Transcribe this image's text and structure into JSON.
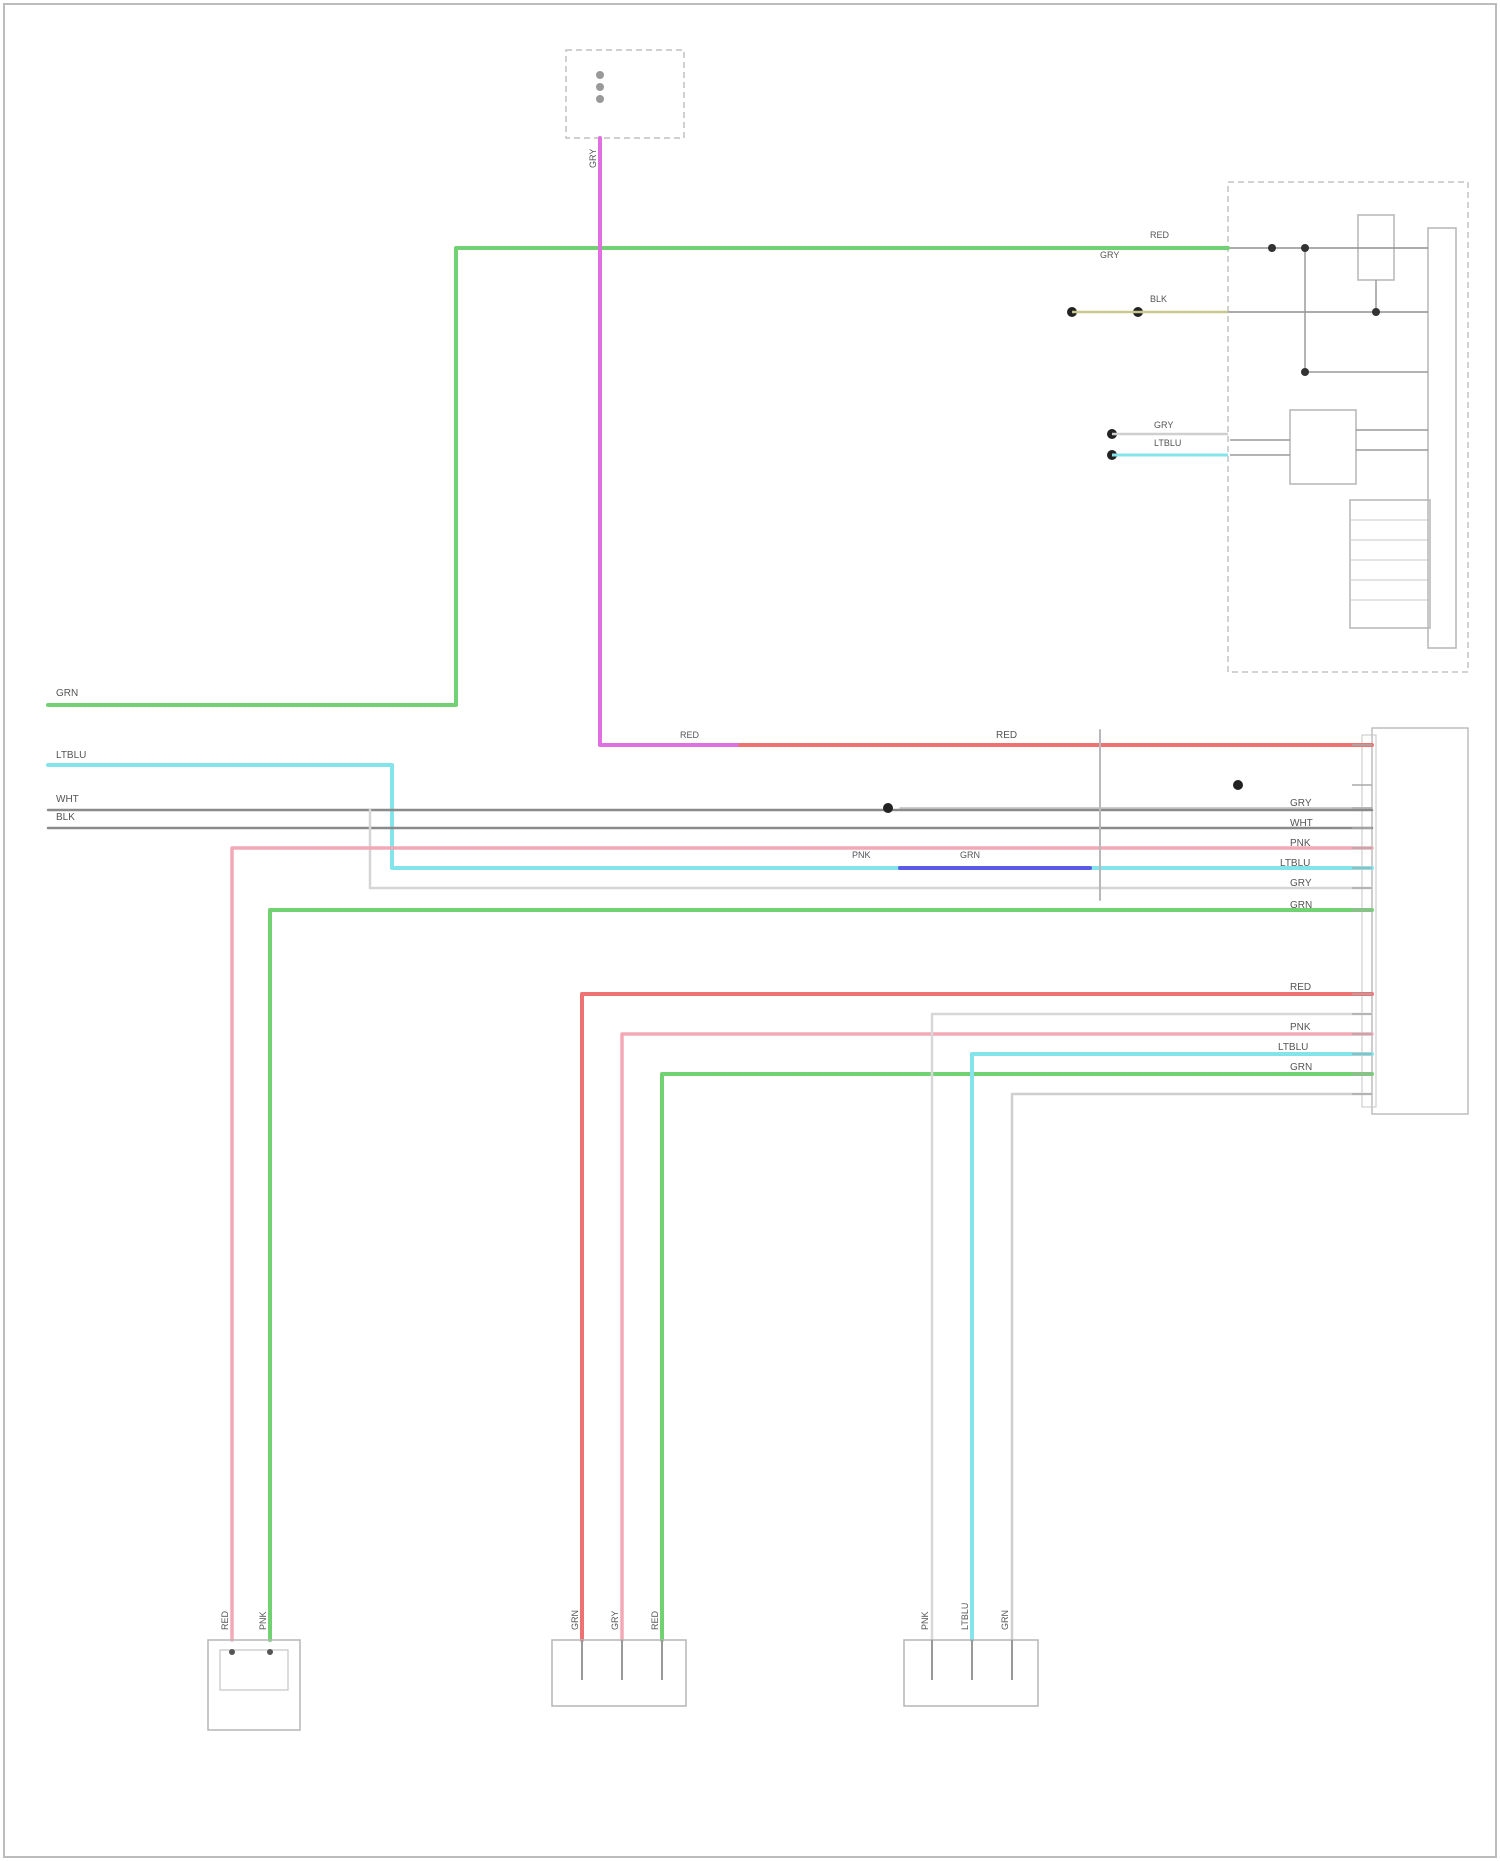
{
  "title": "",
  "colors": {
    "green": "#72d172",
    "magenta": "#e070e0",
    "red": "#ee7272",
    "pink": "#f4a8b6",
    "cyan": "#84e4ec",
    "blue": "#5a5ae6",
    "grey": "#9a9a9a",
    "lightgrey": "#d0d0d0",
    "yellowgreen": "#c8c890",
    "frame": "#bcbcbc"
  },
  "footer_code": "",
  "wire_labels": [
    "GRN",
    "LTBLU",
    "WHT",
    "BLK",
    "RED",
    "PNK",
    "GRY",
    "WHT",
    "LTBLU",
    "GRY",
    "GRN",
    "RED",
    "PNK",
    "LTBLU",
    "GRN"
  ],
  "connectors": [
    "GRY",
    "RED",
    "BLK",
    "RED",
    "PNK",
    "GRN",
    "GRY",
    "RED",
    "PNK",
    "LTBLU",
    "GRN",
    "RED",
    "PNK",
    "GRN",
    "GRY",
    "LTBLU",
    "GRY"
  ],
  "components": [
    "",
    "",
    "",
    "",
    "",
    "",
    ""
  ]
}
